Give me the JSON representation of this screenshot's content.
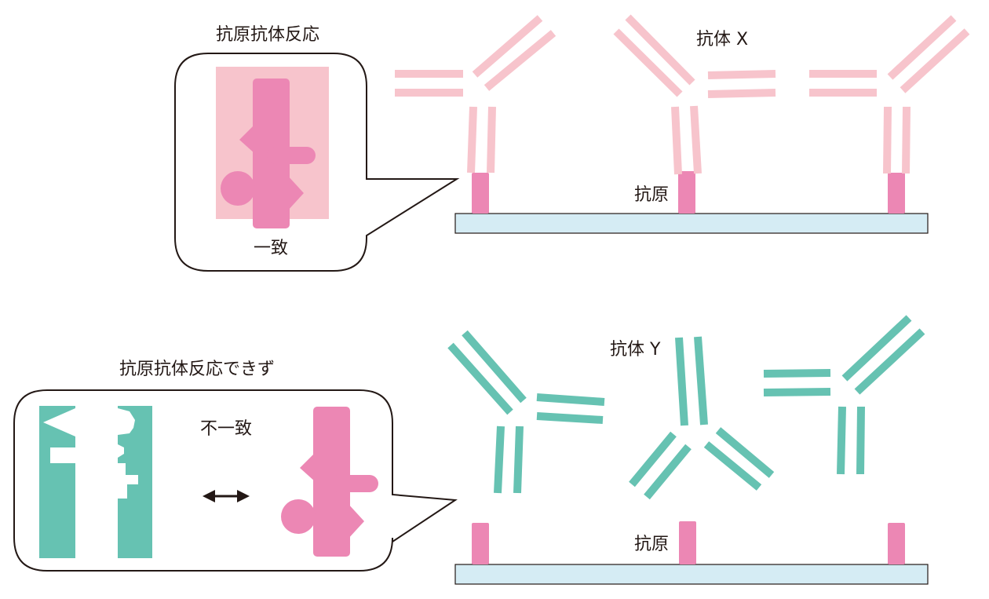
{
  "top": {
    "bubble_title": "抗原抗体反応",
    "bubble_caption": "一致",
    "antibody_label": "抗体 X",
    "antigen_label": "抗原"
  },
  "bottom": {
    "bubble_title": "抗原抗体反応できず",
    "bubble_caption": "不一致",
    "antibody_label": "抗体 Y",
    "antigen_label": "抗原"
  },
  "colors": {
    "antibody_x": "#f7c4cc",
    "antibody_y": "#66c2b2",
    "antigen": "#ec87b4",
    "substrate_fill": "#d5ecf4",
    "outline": "#231815"
  }
}
